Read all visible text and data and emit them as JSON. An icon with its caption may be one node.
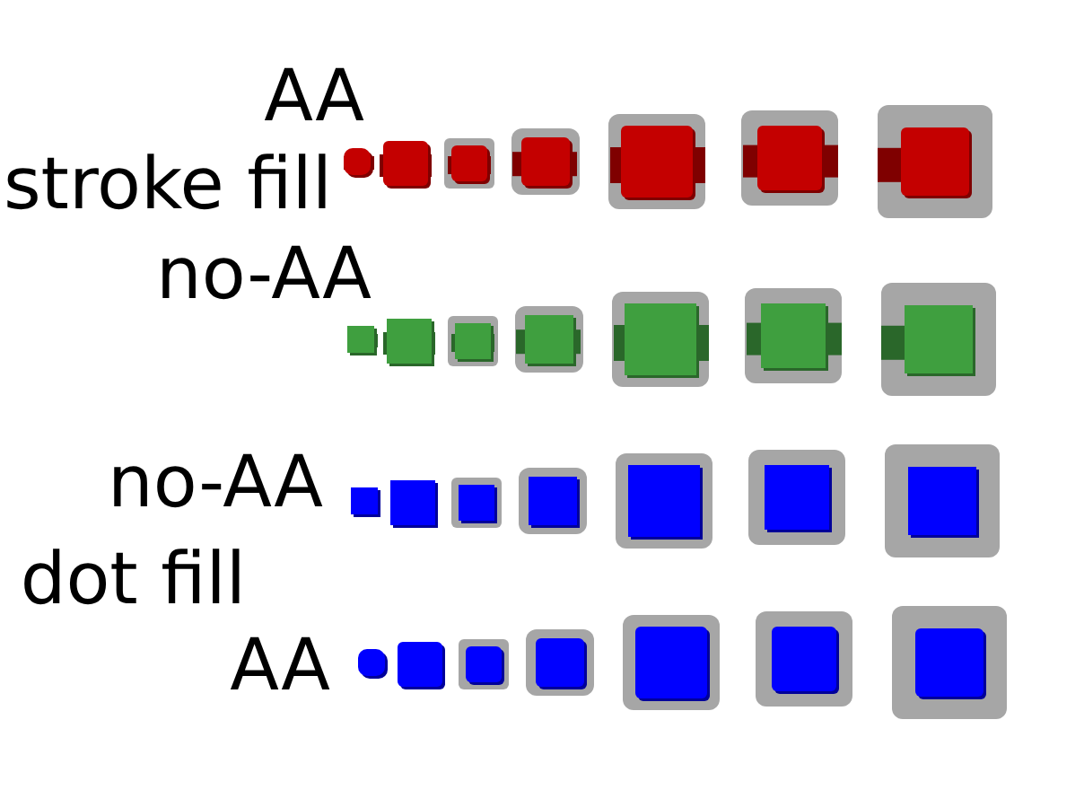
{
  "diagram": {
    "labels": [
      "AA",
      "stroke fill",
      "no-AA",
      "no-AA",
      "dot fill",
      "AA"
    ]
  }
}
